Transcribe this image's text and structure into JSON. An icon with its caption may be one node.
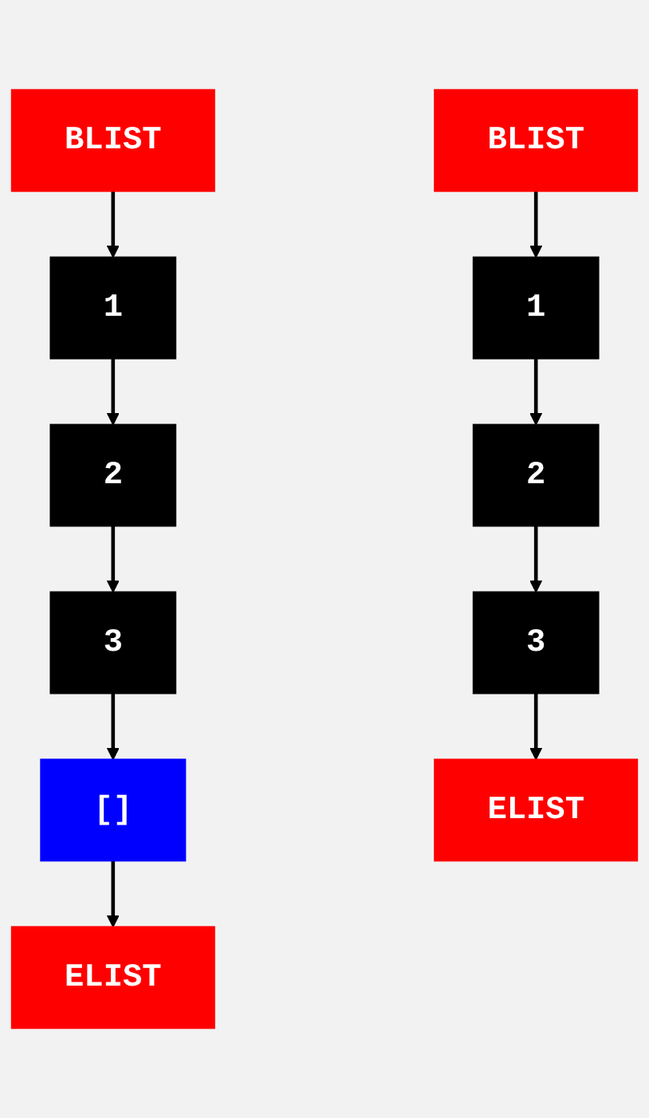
{
  "diagram": {
    "nodes": [
      {
        "text": [
          "BLIST"
        ]
      },
      {
        "text": [
          "1"
        ]
      },
      {
        "text": [
          "2"
        ]
      },
      {
        "text": [
          "3"
        ]
      },
      {
        "text": [
          "[]"
        ]
      },
      {
        "text": [
          "ELIST"
        ]
      },
      {
        "text": [
          "BLIST"
        ]
      },
      {
        "text": [
          "1"
        ]
      },
      {
        "text": [
          "2"
        ]
      },
      {
        "text": [
          "3"
        ]
      },
      {
        "text": [
          "ELIST"
        ]
      }
    ],
    "edges": [
      {
        "from": 0,
        "to": 1,
        "arrow": "to"
      },
      {
        "from": 1,
        "to": 2,
        "arrow": "to"
      },
      {
        "from": 2,
        "to": 3,
        "arrow": "to"
      },
      {
        "from": 3,
        "to": 4,
        "arrow": "to"
      },
      {
        "from": 4,
        "to": 5,
        "arrow": "to"
      },
      {
        "from": 6,
        "to": 7,
        "arrow": "to"
      },
      {
        "from": 7,
        "to": 8,
        "arrow": "to"
      },
      {
        "from": 8,
        "to": 9,
        "arrow": "to"
      },
      {
        "from": 9,
        "to": 10,
        "arrow": "to"
      }
    ]
  }
}
